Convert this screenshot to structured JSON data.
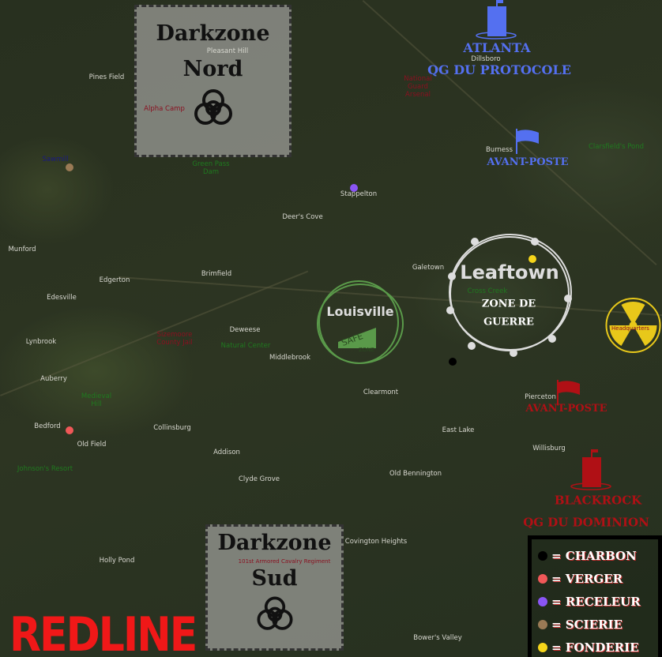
{
  "towns": [
    "Pleasant Hill",
    "Pines Field",
    "Deer's Cove",
    "Stappelton",
    "Dillsboro",
    "Burness",
    "Munford",
    "Edgerton",
    "Edesville",
    "Brimfield",
    "Lynbrook",
    "Deweese",
    "Middlebrook",
    "Auberry",
    "Bedford",
    "Old Field",
    "Collinsburg",
    "Addison",
    "Clyde Grove",
    "Galetown",
    "Clearmont",
    "East Lake",
    "Old Bennington",
    "Willisburg",
    "Pierceton",
    "Covington Heights",
    "Holly Pond",
    "Bower's Valley",
    "Louisville",
    "Leaftown"
  ],
  "poi_red": [
    "Alpha Camp",
    "National Guard Arsenal",
    "Sizemoore County Jail",
    "101st Armored Cavalry Regiment",
    "Headquarters"
  ],
  "poi_green": [
    "Green Pass Dam",
    "Natural Center",
    "Medieval Hill",
    "Johnson's Resort",
    "Cross Creek",
    "Clarsfield's Pond"
  ],
  "poi_blue": [
    "Sawmill"
  ],
  "darkzones": {
    "north": [
      "Darkzone",
      "Nord"
    ],
    "south": [
      "Darkzone",
      "Sud"
    ]
  },
  "factions": {
    "protocol": {
      "city": "ATLANTA",
      "hq": "QG DU PROTOCOLE",
      "outpost": "AVANT-POSTE",
      "color": "#5470f0"
    },
    "dominion": {
      "city": "BLACKROCK",
      "hq": "QG DU DOMINION",
      "outpost": "AVANT-POSTE",
      "color": "#b01015"
    }
  },
  "war_zone": [
    "ZONE DE",
    "GUERRE"
  ],
  "safe_zone": [
    "SAFE",
    "ZONE"
  ],
  "legend": [
    {
      "color": "#000000",
      "label": "= CHARBON"
    },
    {
      "color": "#f05858",
      "label": "= VERGER"
    },
    {
      "color": "#8a55f5",
      "label": "= RECELEUR"
    },
    {
      "color": "#9a7a55",
      "label": "= SCIERIE"
    },
    {
      "color": "#f5d51a",
      "label": "= FONDERIE"
    }
  ],
  "logo": "REDLINE",
  "icons": [
    "biohazard-icon",
    "building-icon",
    "flag-icon",
    "barbed-wire-icon",
    "radiation-icon"
  ]
}
